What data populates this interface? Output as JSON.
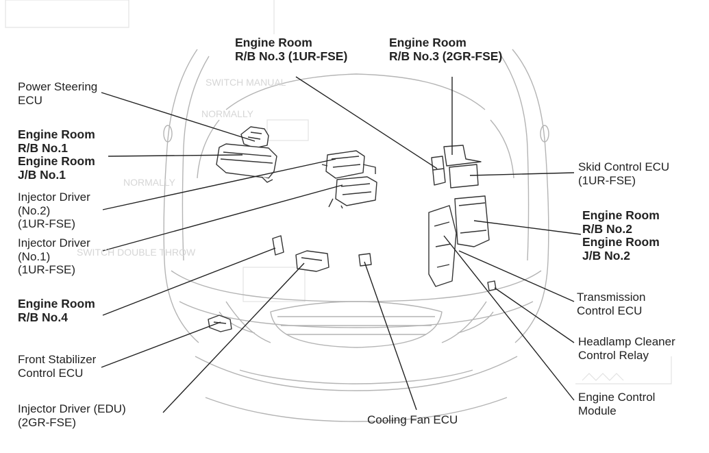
{
  "labels": {
    "power_steering": "Power Steering\nECU",
    "er_rb1": "Engine Room\nR/B No.1\nEngine Room\nJ/B No.1",
    "inj2": "Injector Driver\n(No.2)\n(1UR-FSE)",
    "inj1": "Injector Driver\n(No.1)\n(1UR-FSE)",
    "er_rb4": "Engine Room\nR/B No.4",
    "stab": "Front Stabilizer\nControl ECU",
    "edu": "Injector Driver (EDU)\n(2GR-FSE)",
    "rb3_1ur": "Engine Room\nR/B No.3 (1UR-FSE)",
    "rb3_2gr": "Engine Room\nR/B No.3 (2GR-FSE)",
    "skid": "Skid Control ECU\n(1UR-FSE)",
    "er_rb2": "Engine Room\nR/B No.2\nEngine Room\nJ/B No.2",
    "tcu": "Transmission\nControl ECU",
    "headlamp": "Headlamp Cleaner\nControl Relay",
    "ecm": "Engine Control\nModule",
    "fan": "Cooling Fan ECU"
  },
  "background_text": {
    "t1": "SWITCH MANUAL",
    "t2": "NORMALLY",
    "t3": "NORMALLY",
    "t4": "SWITCH DOUBLE THROW"
  },
  "colors": {
    "ink": "#222222",
    "car_line": "#b4b4b4",
    "ghost": "#d6d6d6"
  }
}
